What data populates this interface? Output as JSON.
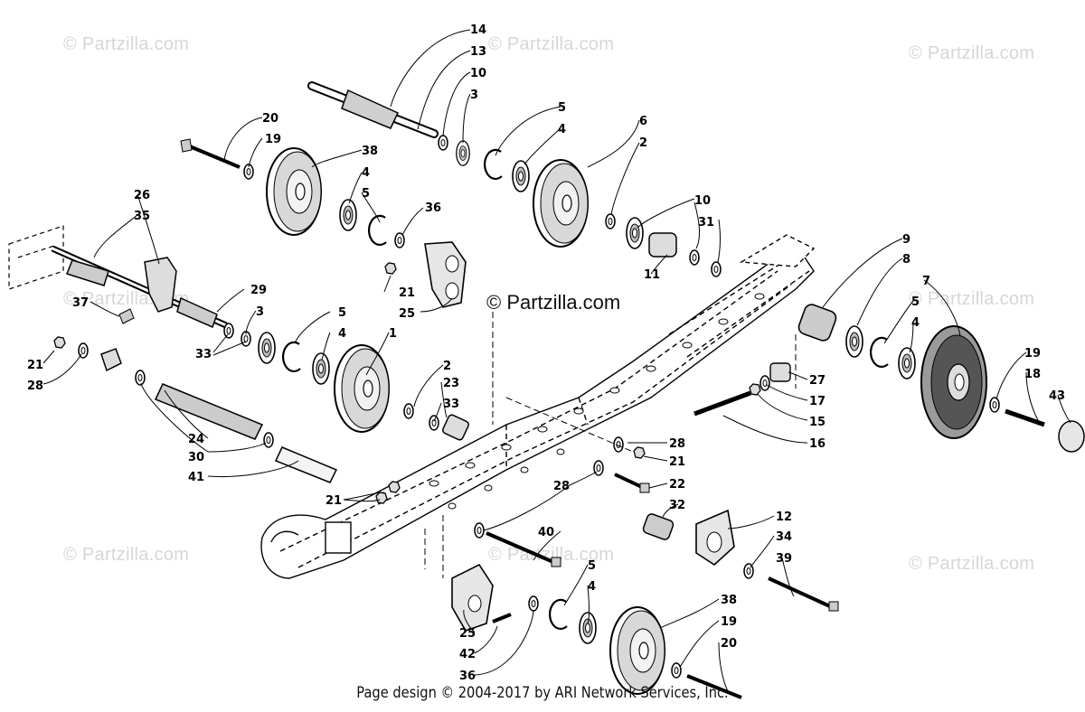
{
  "watermarks": {
    "label": "© Partzilla.com",
    "center_label": "© Partzilla.com"
  },
  "footer": "Page design © 2004-2017 by ARI Network Services, Inc.",
  "callouts": [
    "14",
    "13",
    "10",
    "3",
    "5",
    "4",
    "6",
    "2",
    "20",
    "19",
    "38",
    "4",
    "5",
    "36",
    "10",
    "31",
    "26",
    "35",
    "9",
    "8",
    "7",
    "5",
    "4",
    "29",
    "37",
    "3",
    "5",
    "4",
    "1",
    "21",
    "25",
    "11",
    "33",
    "21",
    "28",
    "2",
    "23",
    "33",
    "19",
    "18",
    "43",
    "27",
    "17",
    "15",
    "16",
    "24",
    "30",
    "41",
    "28",
    "21",
    "22",
    "21",
    "28",
    "32",
    "12",
    "40",
    "34",
    "39",
    "5",
    "4",
    "38",
    "19",
    "20",
    "25",
    "42",
    "36"
  ]
}
